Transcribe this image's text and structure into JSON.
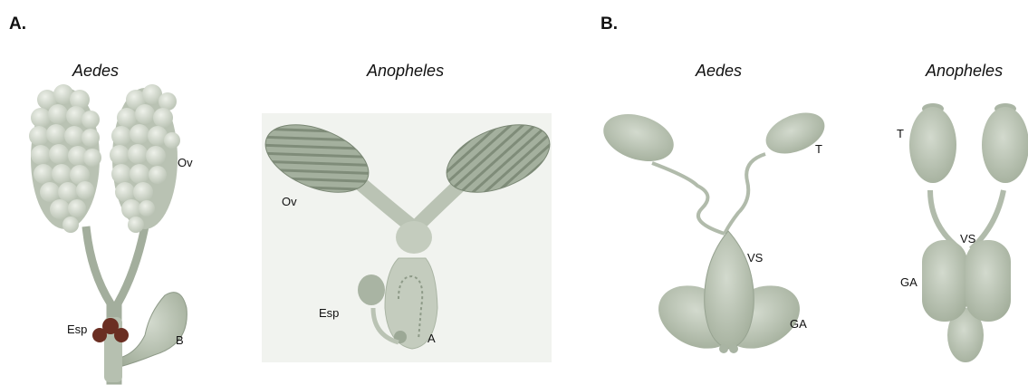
{
  "panels": [
    {
      "label": "A.",
      "figures": [
        {
          "genus": "Aedes",
          "labels": {
            "ovaries": "Ov",
            "spermathecae": "Esp",
            "bursa": "B"
          }
        },
        {
          "genus": "Anopheles",
          "labels": {
            "ovaries": "Ov",
            "spermatheca": "Esp",
            "atrium": "A"
          }
        }
      ]
    },
    {
      "label": "B.",
      "figures": [
        {
          "genus": "Aedes",
          "labels": {
            "testis": "T",
            "vesicle": "VS",
            "glands": "GA"
          }
        },
        {
          "genus": "Anopheles",
          "labels": {
            "testis": "T",
            "vesicle": "VS",
            "glands": "GA"
          }
        }
      ]
    }
  ],
  "colors": {
    "tissue_light": "#c9d1c4",
    "tissue_mid": "#a9b4a3",
    "tissue_dark": "#8e9a88",
    "spermatheca_brown": "#6b2e22"
  }
}
